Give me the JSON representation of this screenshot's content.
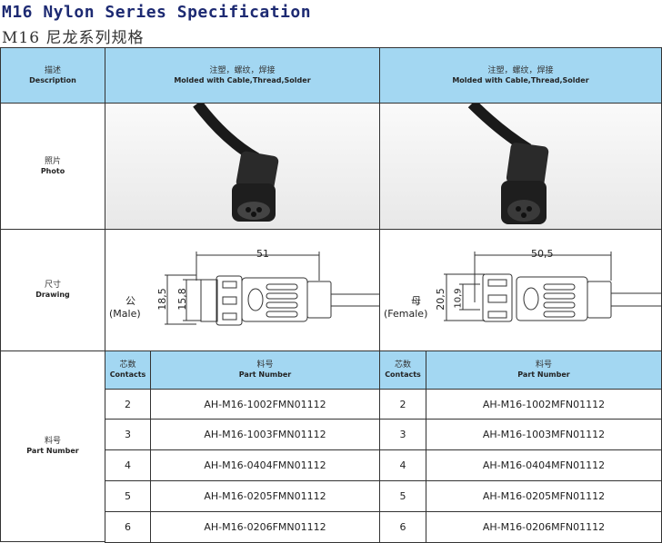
{
  "title_en": "M16 Nylon Series Specification",
  "title_zh": "M16 尼龙系列规格",
  "rows": {
    "description": {
      "zh": "描述",
      "en": "Description"
    },
    "photo": {
      "zh": "照片",
      "en": "Photo"
    },
    "drawing": {
      "zh": "尺寸",
      "en": "Drawing"
    },
    "part_number": {
      "zh": "料号",
      "en": "Part Number"
    }
  },
  "columns": [
    {
      "desc_zh": "注塑，螺纹，焊接",
      "desc_en": "Molded with Cable,Thread,Solder",
      "gender_zh": "公",
      "gender_en": "(Male)",
      "length": "51",
      "outer_dia": "18,5",
      "inner_dia": "15,8"
    },
    {
      "desc_zh": "注塑，螺纹，焊接",
      "desc_en": "Molded with Cable,Thread,Solder",
      "gender_zh": "母",
      "gender_en": "(Female)",
      "length": "50,5",
      "outer_dia": "20,5",
      "inner_dia": "10,9"
    }
  ],
  "sub_headers": {
    "contacts_zh": "芯数",
    "contacts_en": "Contacts",
    "part_zh": "料号",
    "part_en": "Part Number"
  },
  "male_parts": [
    {
      "contacts": "2",
      "part": "AH-M16-1002FMN01112"
    },
    {
      "contacts": "3",
      "part": "AH-M16-1003FMN01112"
    },
    {
      "contacts": "4",
      "part": "AH-M16-0404FMN01112"
    },
    {
      "contacts": "5",
      "part": "AH-M16-0205FMN01112"
    },
    {
      "contacts": "6",
      "part": "AH-M16-0206FMN01112"
    }
  ],
  "female_parts": [
    {
      "contacts": "2",
      "part": "AH-M16-1002MFN01112"
    },
    {
      "contacts": "3",
      "part": "AH-M16-1003MFN01112"
    },
    {
      "contacts": "4",
      "part": "AH-M16-0404MFN01112"
    },
    {
      "contacts": "5",
      "part": "AH-M16-0205MFN01112"
    },
    {
      "contacts": "6",
      "part": "AH-M16-0206MFN01112"
    }
  ]
}
